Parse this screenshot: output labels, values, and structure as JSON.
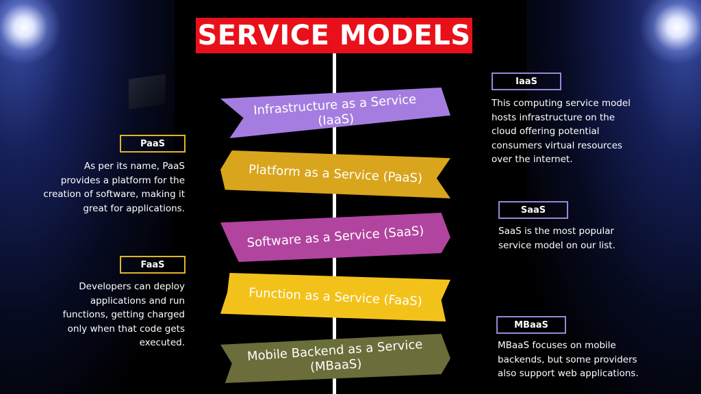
{
  "title": "SERVICE MODELS",
  "colors": {
    "title_bg": "#e8101a",
    "iaas": "#a57de0",
    "paas": "#d9a51d",
    "saas": "#b1449e",
    "faas": "#f3c21a",
    "mbaas": "#6b6d3a"
  },
  "signs": {
    "iaas": "Infrastructure as a Service (IaaS)",
    "paas": "Platform as a Service (PaaS)",
    "saas": "Software as a Service (SaaS)",
    "faas": "Function as a Service (FaaS)",
    "mbaas": "Mobile Backend as a Service (MBaaS)"
  },
  "notes": {
    "iaas": {
      "label": "IaaS",
      "text": "This computing service model hosts infrastructure on the cloud offering potential consumers virtual resources over the internet."
    },
    "paas": {
      "label": "PaaS",
      "text": "As per its name, PaaS provides a platform for the creation of software, making it great for applications."
    },
    "saas": {
      "label": "SaaS",
      "text": "SaaS is the most popular service model on our list."
    },
    "faas": {
      "label": "FaaS",
      "text": "Developers can deploy applications and run functions, getting charged only when that code gets executed."
    },
    "mbaas": {
      "label": "MBaaS",
      "text": "MBaaS focuses on mobile backends, but some providers also support web applications."
    }
  }
}
